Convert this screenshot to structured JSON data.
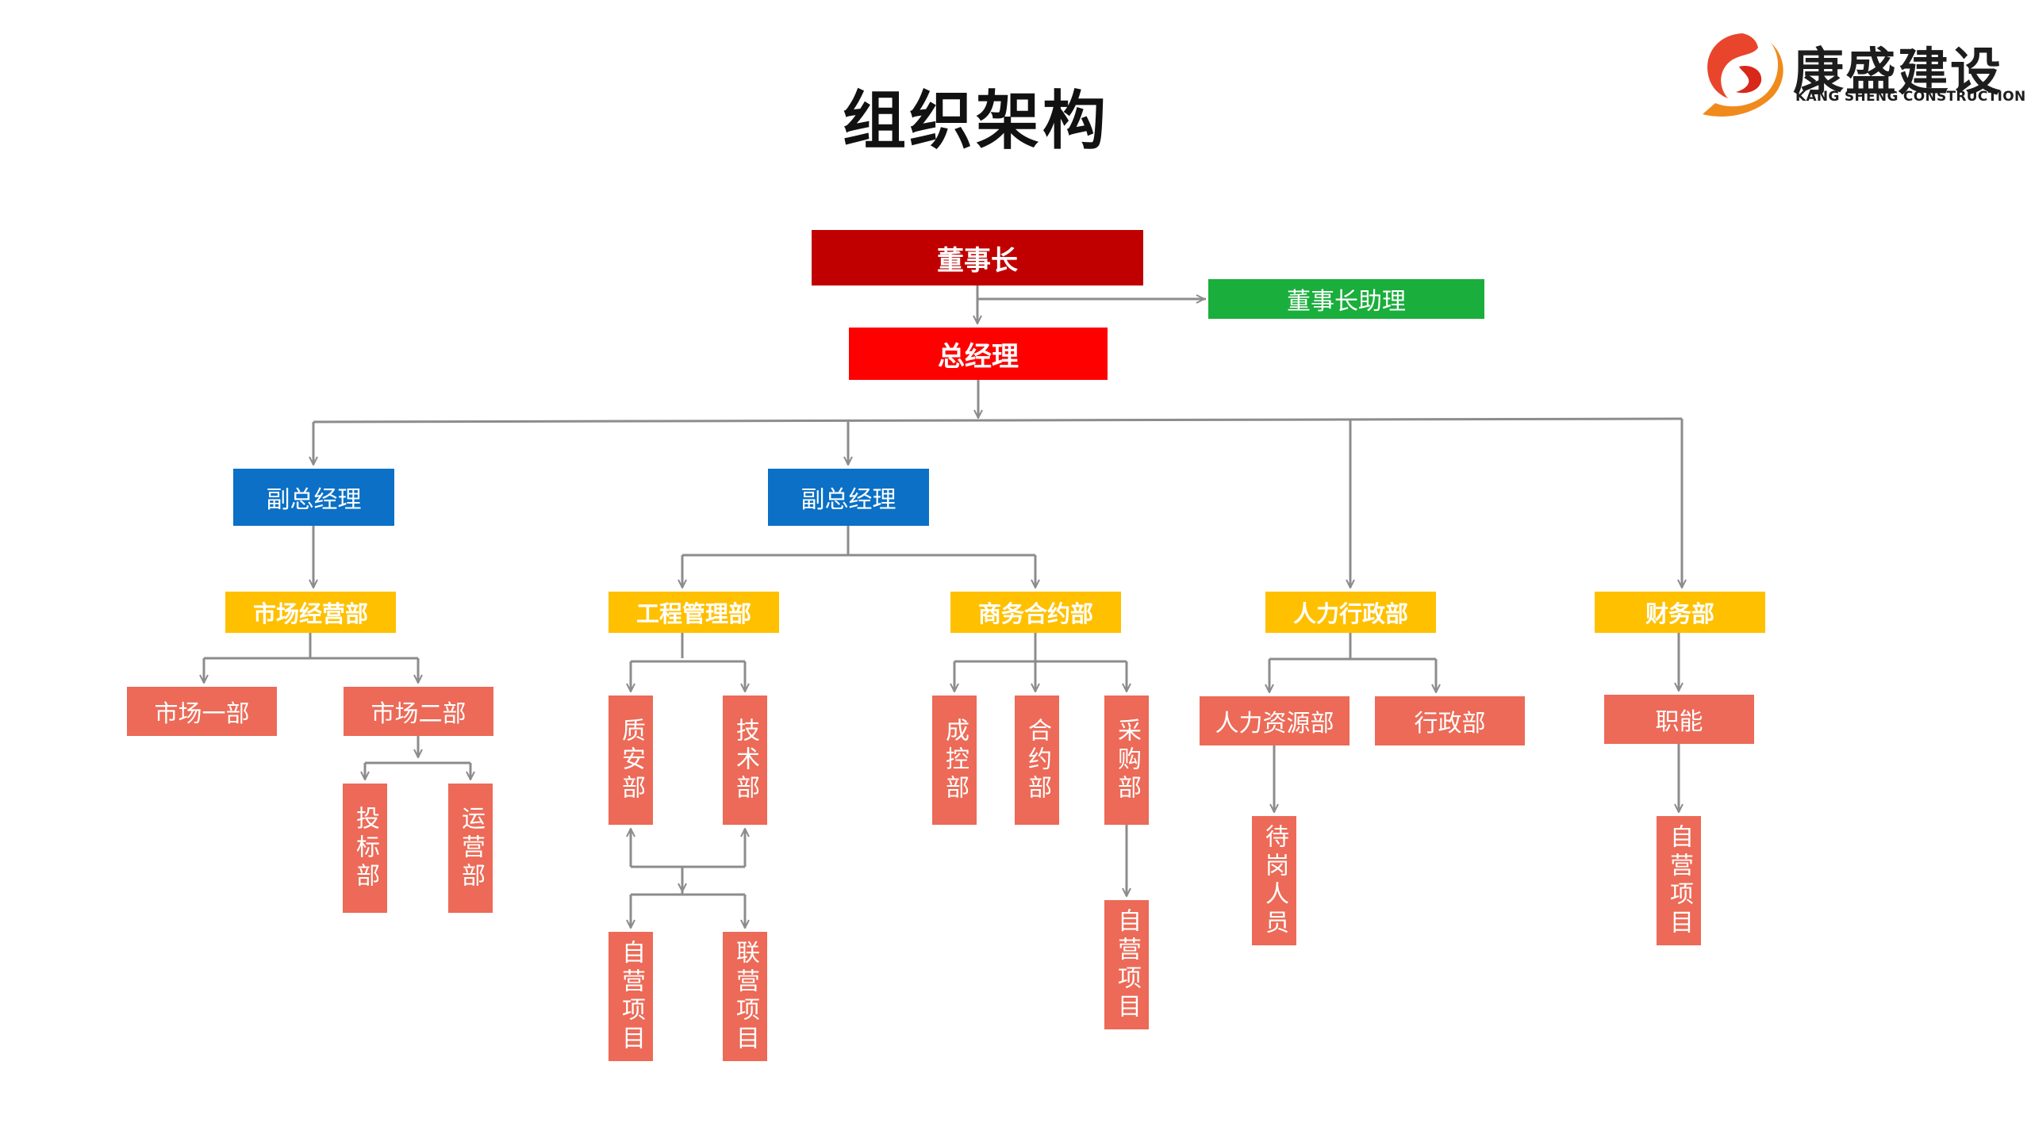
{
  "title": "组织架构",
  "logo": {
    "name_cn": "康盛建设",
    "name_en": "KANG SHENG CONSTRUCTION",
    "icon": "kangsheng-swirl-logo-icon"
  },
  "colors": {
    "chairman": "#c00000",
    "general_manager": "#ff0000",
    "assistant": "#1aae3c",
    "vice": "#0b70c6",
    "department": "#ffc000",
    "unit": "#ec6a57",
    "connector": "#8c8c8c"
  },
  "org": {
    "chairman": "董事长",
    "chairman_assistant": "董事长助理",
    "general_manager": "总经理",
    "vice_gm_1": "副总经理",
    "vice_gm_2": "副总经理",
    "departments": {
      "market": "市场经营部",
      "engineering": "工程管理部",
      "business": "商务合约部",
      "hr_admin": "人力行政部",
      "finance": "财务部"
    },
    "market_units": {
      "market_1": "市场一部",
      "market_2": "市场二部",
      "bidding": "投标部",
      "operations": "运营部"
    },
    "engineering_units": {
      "quality_safety": "质安部",
      "technical": "技术部",
      "self_project": "自营项目",
      "joint_project": "联营项目"
    },
    "business_units": {
      "cost_control": "成控部",
      "contract": "合约部",
      "purchasing": "采购部",
      "self_project": "自营项目"
    },
    "hr_units": {
      "hr": "人力资源部",
      "admin": "行政部",
      "standby": "待岗人员"
    },
    "finance_units": {
      "function": "职能",
      "self_project": "自营项目"
    }
  }
}
